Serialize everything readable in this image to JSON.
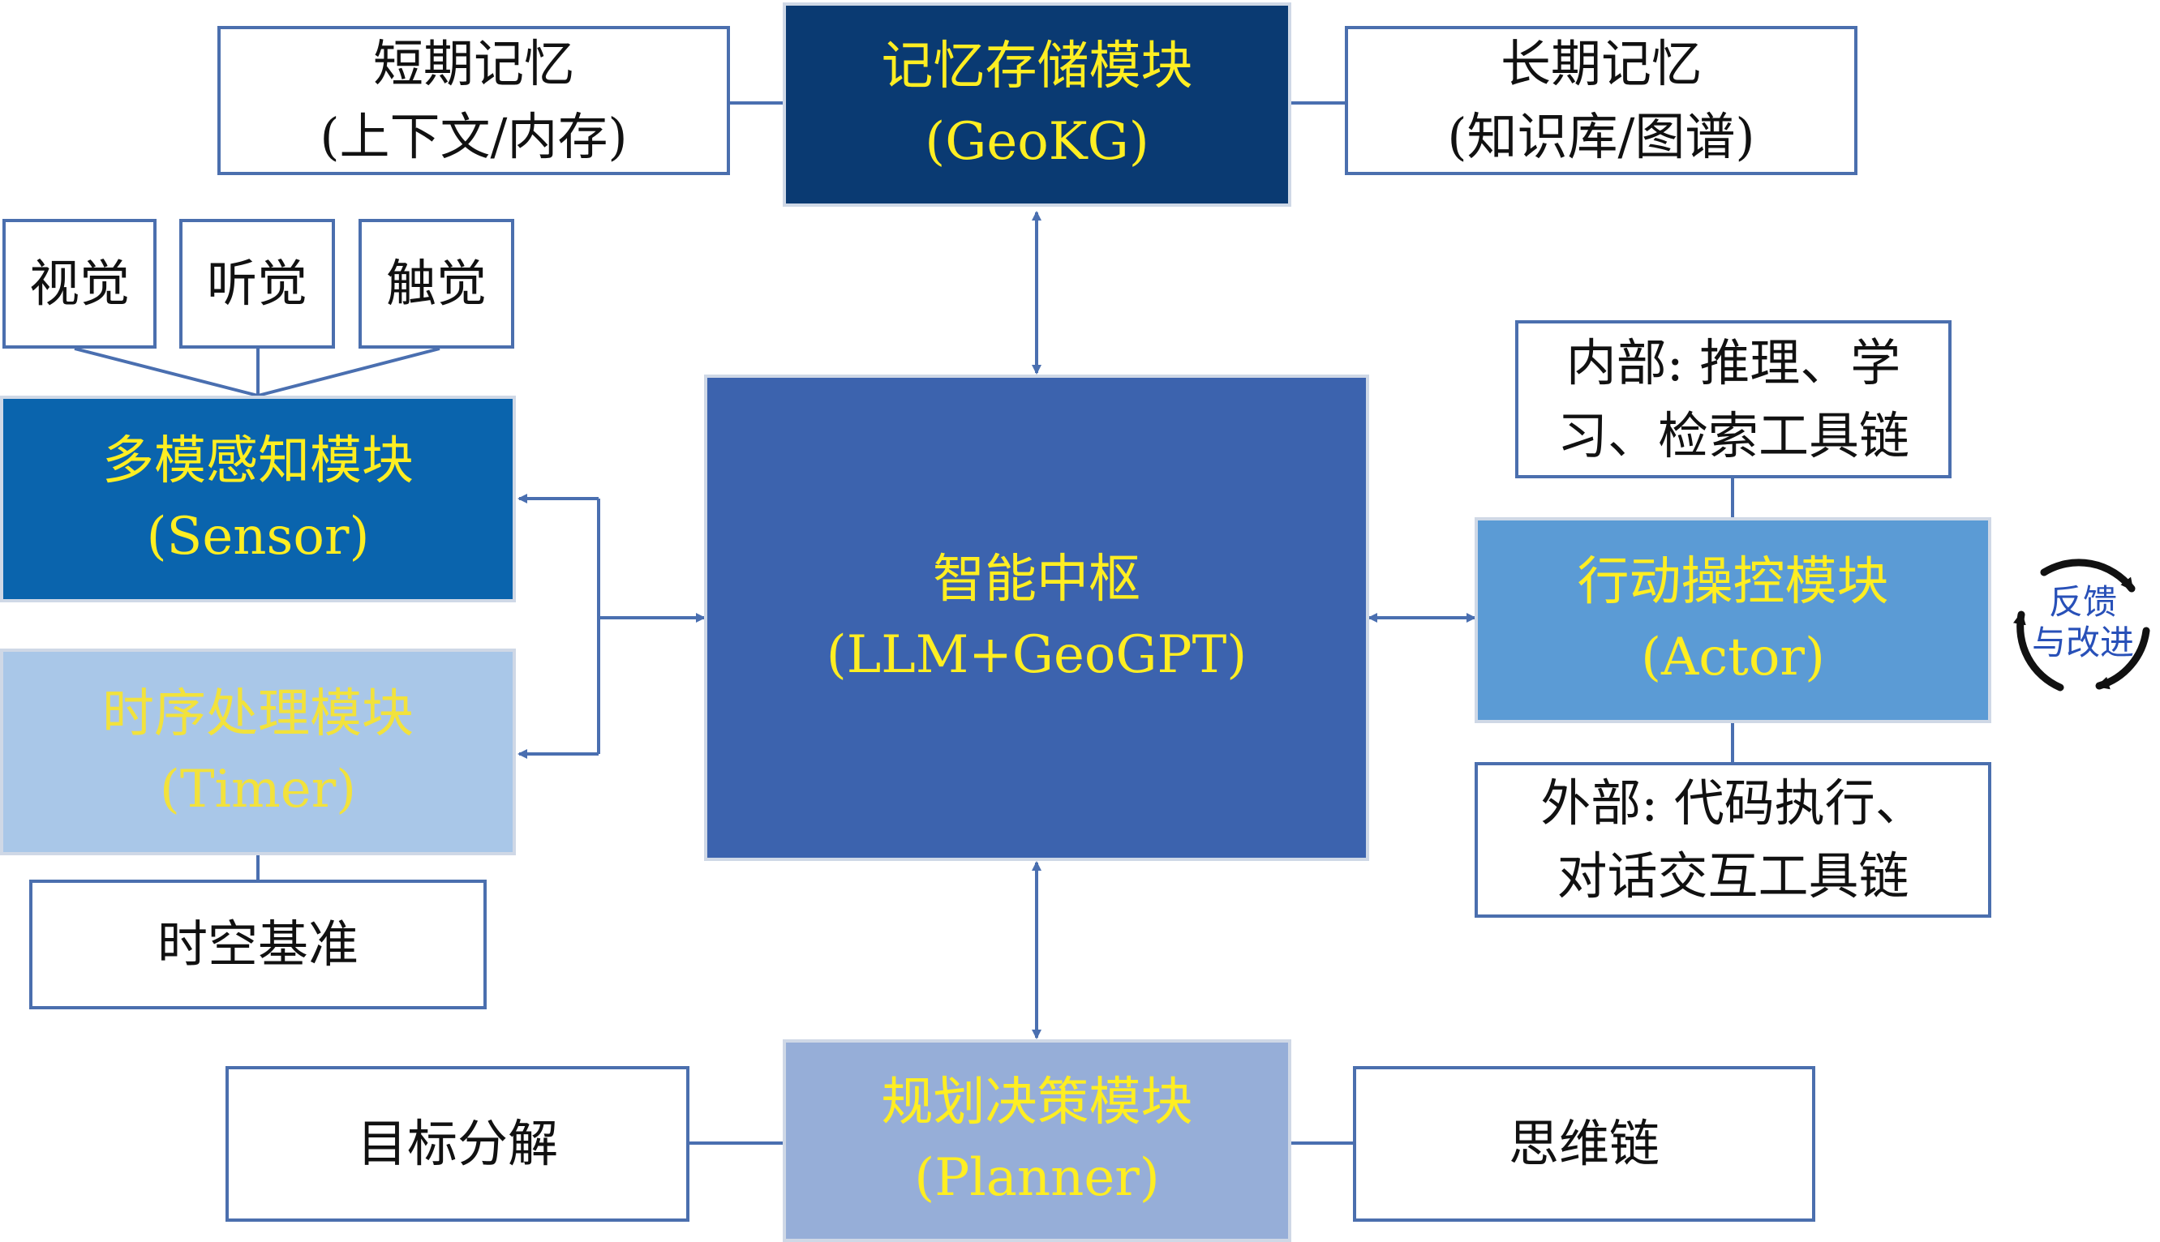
{
  "memory": {
    "title": "记忆存储模块",
    "subtitle": "(GeoKG)",
    "short_term": {
      "line1": "短期记忆",
      "line2": "(上下文/内存)"
    },
    "long_term": {
      "line1": "长期记忆",
      "line2": "(知识库/图谱)"
    }
  },
  "senses": {
    "vision": "视觉",
    "hearing": "听觉",
    "touch": "触觉"
  },
  "sensor": {
    "title": "多模感知模块",
    "subtitle": "(Sensor)"
  },
  "timer": {
    "title": "时序处理模块",
    "subtitle": "(Timer)",
    "reference": "时空基准"
  },
  "core": {
    "title": "智能中枢",
    "subtitle": "(LLM+GeoGPT)"
  },
  "actor": {
    "title": "行动操控模块",
    "subtitle": "(Actor)",
    "internal": {
      "line1": "内部: 推理、学",
      "line2": "习、检索工具链"
    },
    "external": {
      "line1": "外部: 代码执行、",
      "line2": "对话交互工具链"
    },
    "feedback": {
      "line1": "反馈",
      "line2": "与改进"
    }
  },
  "planner": {
    "title": "规划决策模块",
    "subtitle": "(Planner)",
    "goal": "目标分解",
    "chain": "思维链"
  },
  "colors": {
    "memory_bg": "#0a3a72",
    "sensor_bg": "#0a64ad",
    "timer_bg": "#a9c7e8",
    "core_bg": "#3c63ae",
    "actor_bg": "#5b9bd5",
    "planner_bg": "#96aed8",
    "module_text": "#ffee22",
    "connector": "#4a6fb0"
  }
}
